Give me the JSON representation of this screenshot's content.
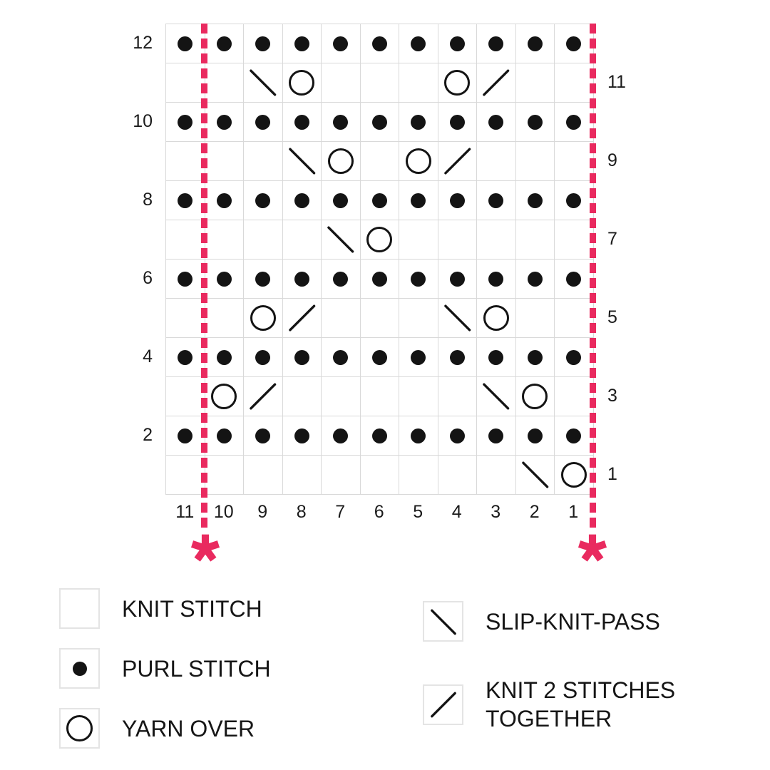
{
  "colors": {
    "accent": "#E92A5F",
    "grid_line": "#D9D9D9",
    "symbol": "#141414",
    "legend_box_border": "#E4E4E4"
  },
  "pattern_grid": {
    "columns": [
      "11",
      "10",
      "9",
      "8",
      "7",
      "6",
      "5",
      "4",
      "3",
      "2",
      "1"
    ],
    "rows": [
      {
        "number": "12",
        "label_side": "left",
        "cells": [
          "purl",
          "purl",
          "purl",
          "purl",
          "purl",
          "purl",
          "purl",
          "purl",
          "purl",
          "purl",
          "purl"
        ]
      },
      {
        "number": "11",
        "label_side": "right",
        "cells": [
          "knit",
          "knit",
          "skp",
          "yo",
          "knit",
          "knit",
          "knit",
          "yo",
          "k2tog",
          "knit",
          "knit"
        ]
      },
      {
        "number": "10",
        "label_side": "left",
        "cells": [
          "purl",
          "purl",
          "purl",
          "purl",
          "purl",
          "purl",
          "purl",
          "purl",
          "purl",
          "purl",
          "purl"
        ]
      },
      {
        "number": "9",
        "label_side": "right",
        "cells": [
          "knit",
          "knit",
          "knit",
          "skp",
          "yo",
          "knit",
          "yo",
          "k2tog",
          "knit",
          "knit",
          "knit"
        ]
      },
      {
        "number": "8",
        "label_side": "left",
        "cells": [
          "purl",
          "purl",
          "purl",
          "purl",
          "purl",
          "purl",
          "purl",
          "purl",
          "purl",
          "purl",
          "purl"
        ]
      },
      {
        "number": "7",
        "label_side": "right",
        "cells": [
          "knit",
          "knit",
          "knit",
          "knit",
          "skp",
          "yo",
          "knit",
          "knit",
          "knit",
          "knit",
          "knit"
        ]
      },
      {
        "number": "6",
        "label_side": "left",
        "cells": [
          "purl",
          "purl",
          "purl",
          "purl",
          "purl",
          "purl",
          "purl",
          "purl",
          "purl",
          "purl",
          "purl"
        ]
      },
      {
        "number": "5",
        "label_side": "right",
        "cells": [
          "knit",
          "knit",
          "yo",
          "k2tog",
          "knit",
          "knit",
          "knit",
          "skp",
          "yo",
          "knit",
          "knit"
        ]
      },
      {
        "number": "4",
        "label_side": "left",
        "cells": [
          "purl",
          "purl",
          "purl",
          "purl",
          "purl",
          "purl",
          "purl",
          "purl",
          "purl",
          "purl",
          "purl"
        ]
      },
      {
        "number": "3",
        "label_side": "right",
        "cells": [
          "knit",
          "yo",
          "k2tog",
          "knit",
          "knit",
          "knit",
          "knit",
          "knit",
          "skp",
          "yo",
          "knit"
        ]
      },
      {
        "number": "2",
        "label_side": "left",
        "cells": [
          "purl",
          "purl",
          "purl",
          "purl",
          "purl",
          "purl",
          "purl",
          "purl",
          "purl",
          "purl",
          "purl"
        ]
      },
      {
        "number": "1",
        "label_side": "right",
        "cells": [
          "knit",
          "knit",
          "knit",
          "knit",
          "knit",
          "knit",
          "knit",
          "knit",
          "knit",
          "skp",
          "yo"
        ]
      }
    ],
    "repeat_markers": [
      "asterisk-left",
      "asterisk-right"
    ]
  },
  "legend": {
    "left": [
      {
        "symbol": "knit",
        "label": "KNIT STITCH"
      },
      {
        "symbol": "purl",
        "label": "PURL STITCH"
      },
      {
        "symbol": "yo",
        "label": "YARN OVER"
      }
    ],
    "right": [
      {
        "symbol": "skp",
        "label": "SLIP-KNIT-PASS"
      },
      {
        "symbol": "k2tog",
        "label": "KNIT 2 STITCHES TOGETHER"
      }
    ]
  }
}
